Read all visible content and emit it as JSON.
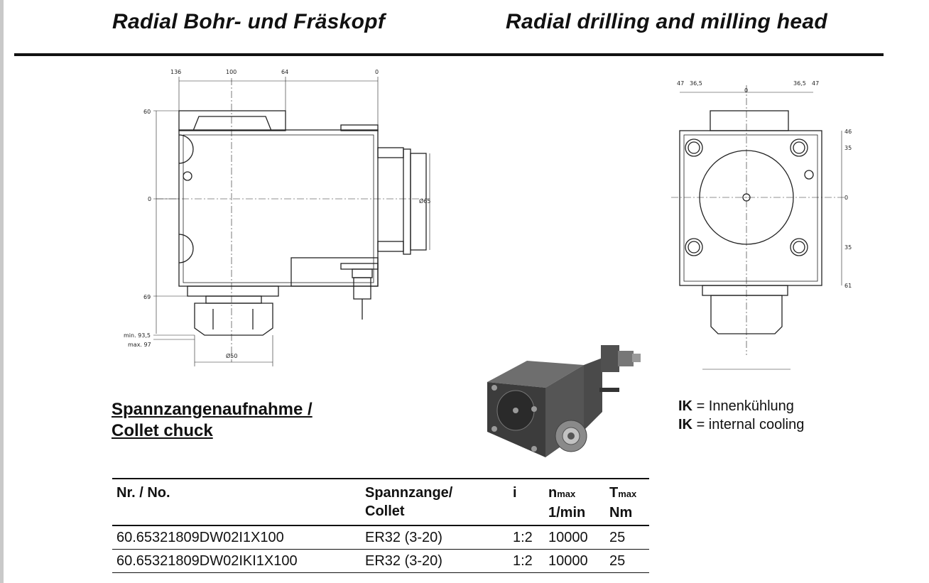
{
  "header": {
    "title_de": "Radial Bohr- und Fräskopf",
    "title_en": "Radial drilling and milling head"
  },
  "drawing_side": {
    "dims_top": [
      "136",
      "100",
      "64",
      "0"
    ],
    "dims_left": [
      "60",
      "0",
      "69",
      "min. 93,5",
      "max. 97"
    ],
    "dim_diameter_bottom": "Ø50",
    "dim_diameter_right": "Ø65"
  },
  "drawing_front": {
    "dims_top": [
      "47",
      "36,5",
      "0",
      "36,5",
      "47"
    ],
    "dims_right": [
      "46",
      "35",
      "0",
      "35",
      "61"
    ]
  },
  "section": {
    "title_line1": "Spannzangenaufnahme /",
    "title_line2": "Collet chuck"
  },
  "legend": {
    "abbr": "IK",
    "line1": "= Innenkühlung",
    "line2": "= internal cooling"
  },
  "table": {
    "headers": {
      "no": "Nr. / No.",
      "collet_1": "Spannzange/",
      "collet_2": "Collet",
      "i": "i",
      "n": "n",
      "n_sub": "max",
      "n_unit": "1/min",
      "t": "T",
      "t_sub": "max",
      "t_unit": "Nm"
    },
    "rows": [
      {
        "no": "60.65321809DW02I1X100",
        "collet": "ER32 (3-20)",
        "i": "1:2",
        "n": "10000",
        "t": "25"
      },
      {
        "no": "60.65321809DW02IKI1X100",
        "collet": "ER32 (3-20)",
        "i": "1:2",
        "n": "10000",
        "t": "25"
      }
    ]
  },
  "colors": {
    "line": "#222222",
    "render_dark": "#3a3a3a",
    "render_light": "#8a8a8a"
  }
}
